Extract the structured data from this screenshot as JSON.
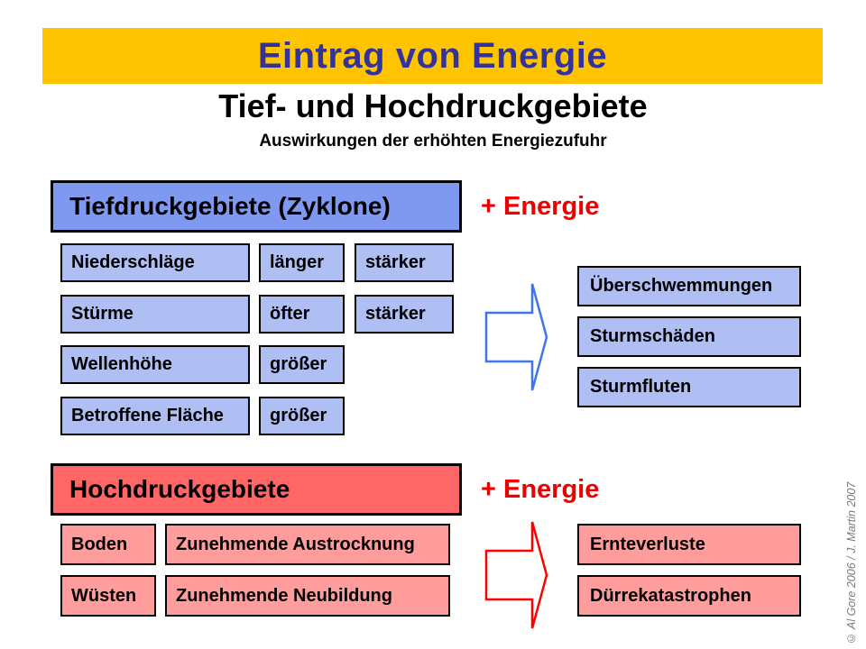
{
  "slide": {
    "banner": {
      "title": "Eintrag von Energie"
    },
    "title": "Tief- und Hochdruckgebiete",
    "subtitle": "Auswirkungen der erhöhten Energiezufuhr",
    "credit": "© Al Gore 2006  /  J. Martin 2007"
  },
  "low_pressure": {
    "header": "Tiefdruckgebiete (Zyklone)",
    "energy_label": "+ Energie",
    "rows": [
      {
        "name": "Niederschläge",
        "attrs": [
          "länger",
          "stärker"
        ]
      },
      {
        "name": "Stürme",
        "attrs": [
          "öfter",
          "stärker"
        ]
      },
      {
        "name": "Wellenhöhe",
        "attrs": [
          "größer"
        ]
      },
      {
        "name": "Betroffene Fläche",
        "attrs": [
          "größer"
        ]
      }
    ],
    "effects": [
      "Überschwemmungen",
      "Sturmschäden",
      "Sturmfluten"
    ]
  },
  "high_pressure": {
    "header": "Hochdruckgebiete",
    "energy_label": "+ Energie",
    "rows": [
      {
        "name": "Boden",
        "attr": "Zunehmende Austrocknung"
      },
      {
        "name": "Wüsten",
        "attr": "Zunehmende Neubildung"
      }
    ],
    "effects": [
      "Ernteverluste",
      "Dürrekatastrophen"
    ]
  },
  "colors": {
    "banner_bg": "#FFC400",
    "banner_text": "#333399",
    "lp_header_bg": "#8099F0",
    "lp_box_bg": "#AFBEF3",
    "lp_arrow": "#4076E8",
    "hp_header_bg": "#FF6666",
    "hp_box_bg": "#FF9C9C",
    "hp_arrow": "#FF0000",
    "energy_text": "#EE0000",
    "credit_text": "#7A7A7A"
  }
}
